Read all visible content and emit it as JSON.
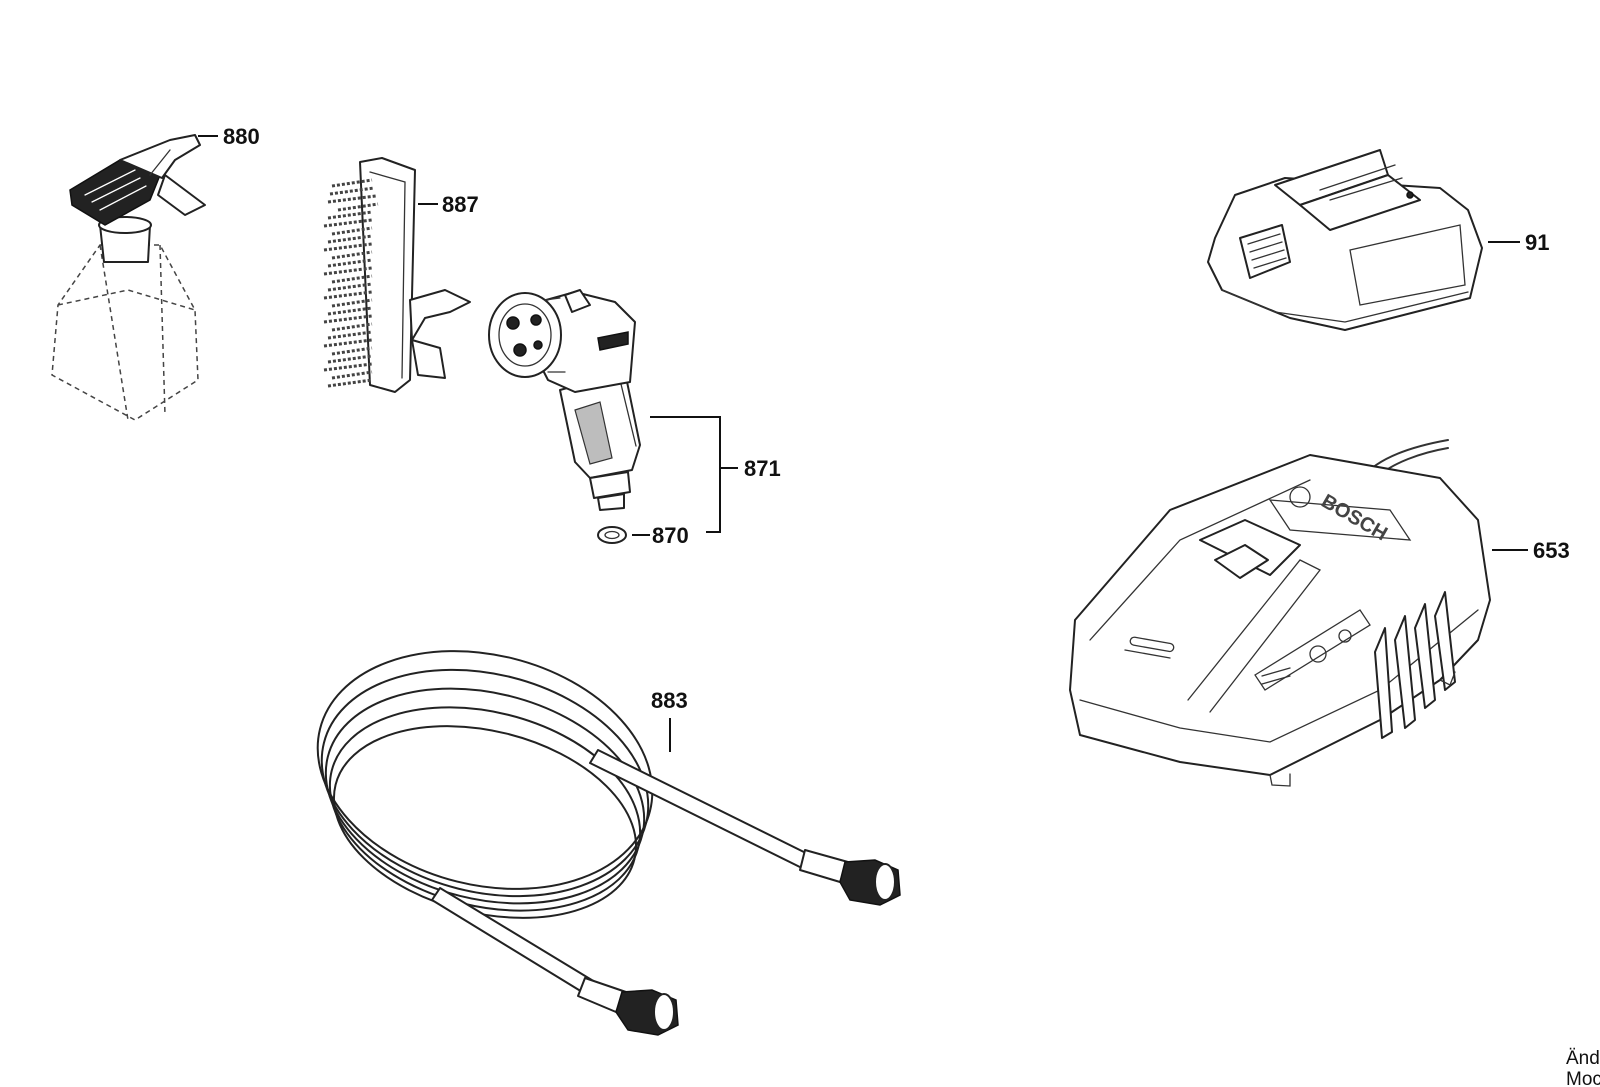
{
  "callouts": {
    "p880": "880",
    "p887": "887",
    "p871": "871",
    "p870": "870",
    "p883": "883",
    "p91": "91",
    "p653": "653"
  },
  "charger": {
    "brand": "BOSCH"
  },
  "footer": {
    "line1": "Änd",
    "line2": "Moc"
  }
}
